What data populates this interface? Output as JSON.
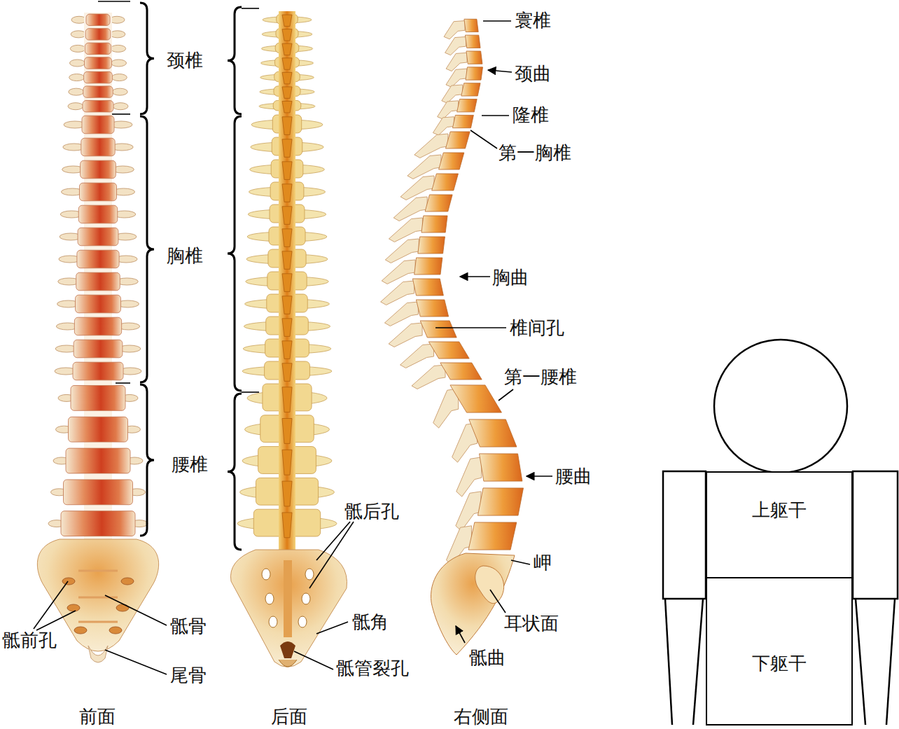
{
  "diagram": {
    "nodes": [
      {
        "text": [
          "上躯干"
        ]
      },
      {
        "text": [
          "下躯干"
        ]
      }
    ],
    "labels": [
      "颈椎",
      "胸椎",
      "腰椎",
      "寰椎",
      "颈曲",
      "隆椎",
      "第一胸椎",
      "胸曲",
      "椎间孔",
      "第一腰椎",
      "腰曲",
      "岬",
      "耳状面",
      "骶曲",
      "骶后孔",
      "骶角",
      "骶管裂孔",
      "骶前孔",
      "骶骨",
      "尾骨",
      "前面",
      "后面",
      "右侧面"
    ]
  }
}
